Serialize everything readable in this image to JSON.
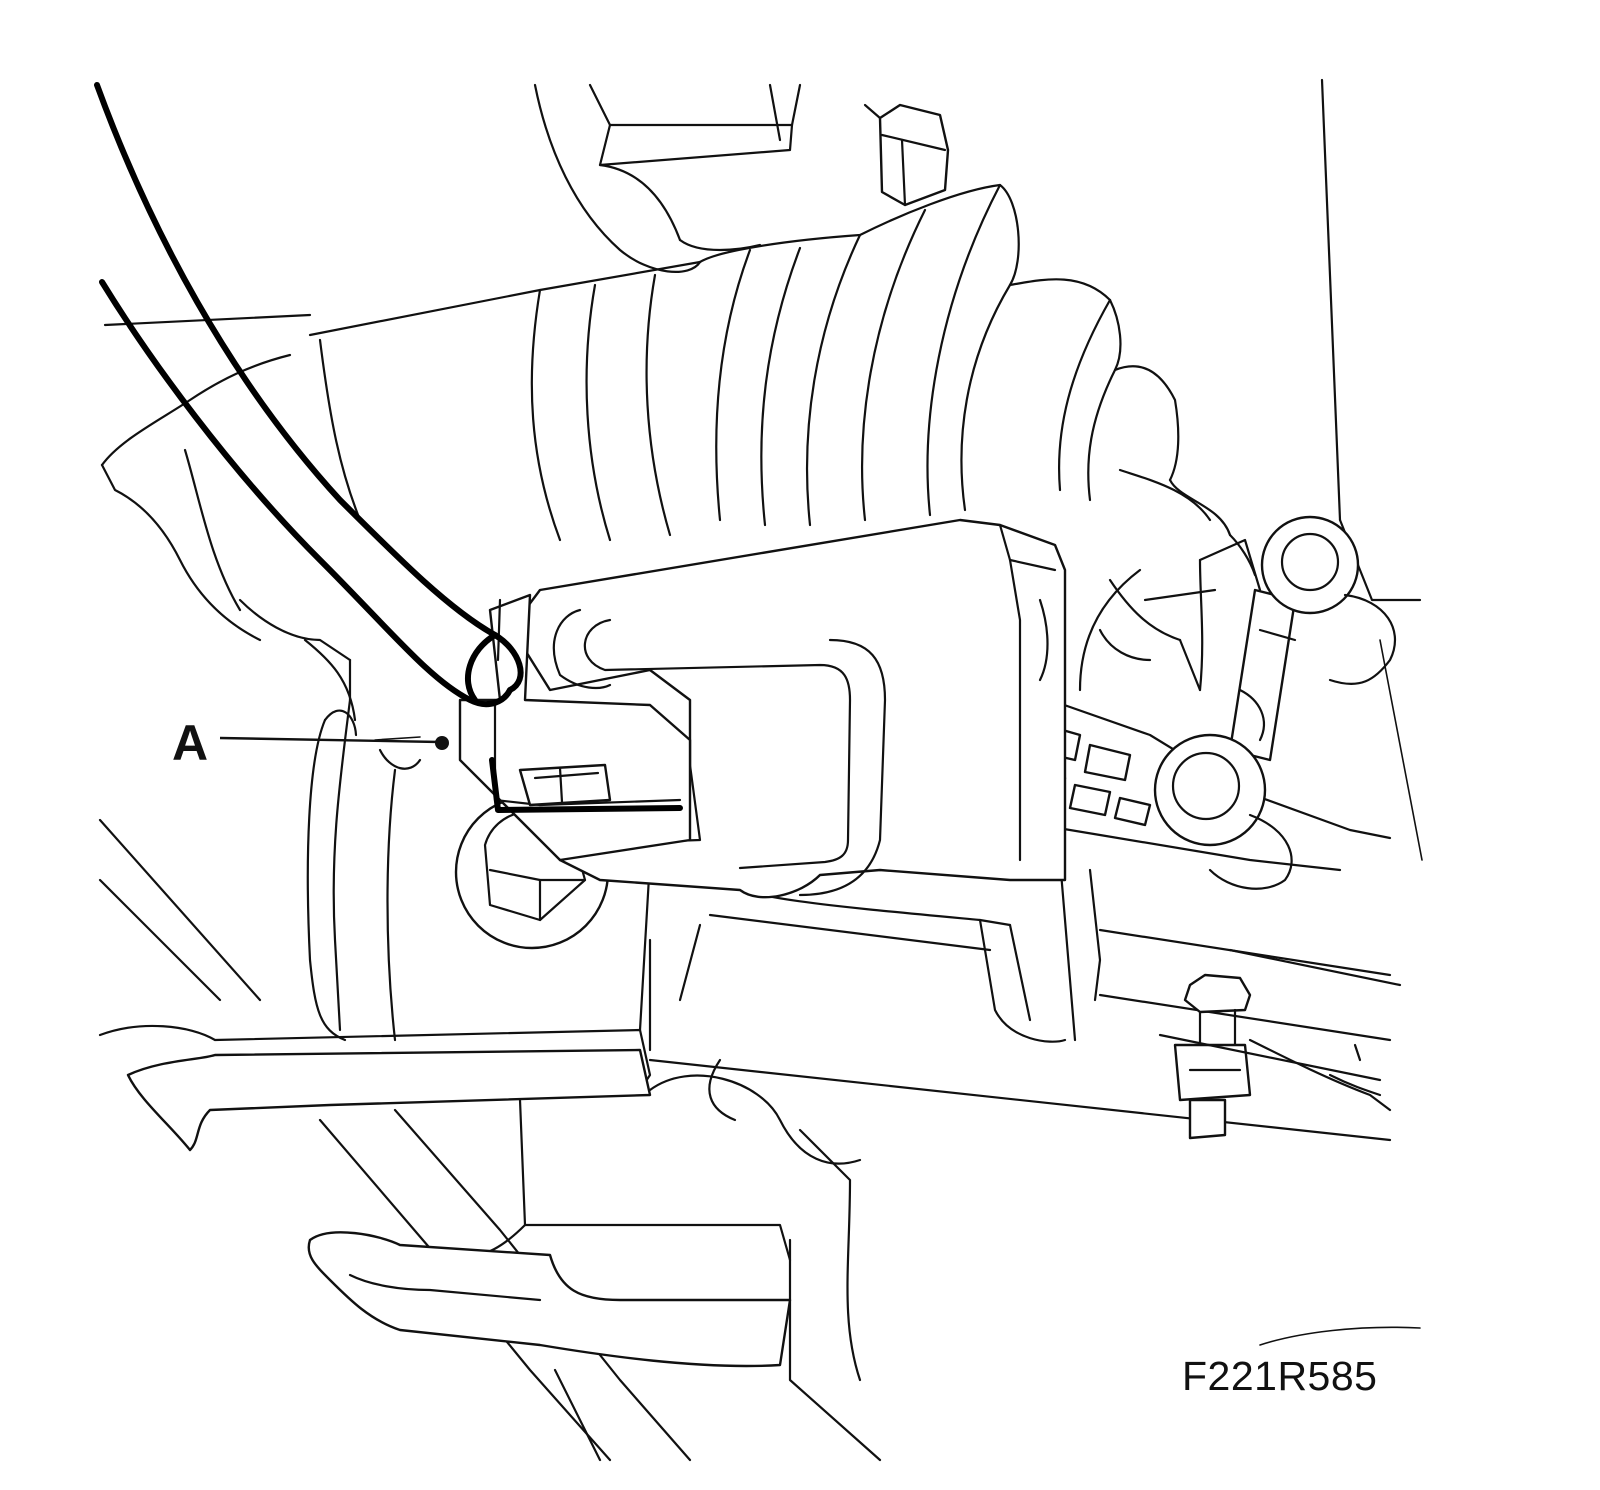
{
  "callouts": [
    {
      "label": "A",
      "target": "sensor-connector"
    }
  ],
  "figure_code": "F221R585",
  "colors": {
    "line": "#111111",
    "background": "#ffffff"
  }
}
